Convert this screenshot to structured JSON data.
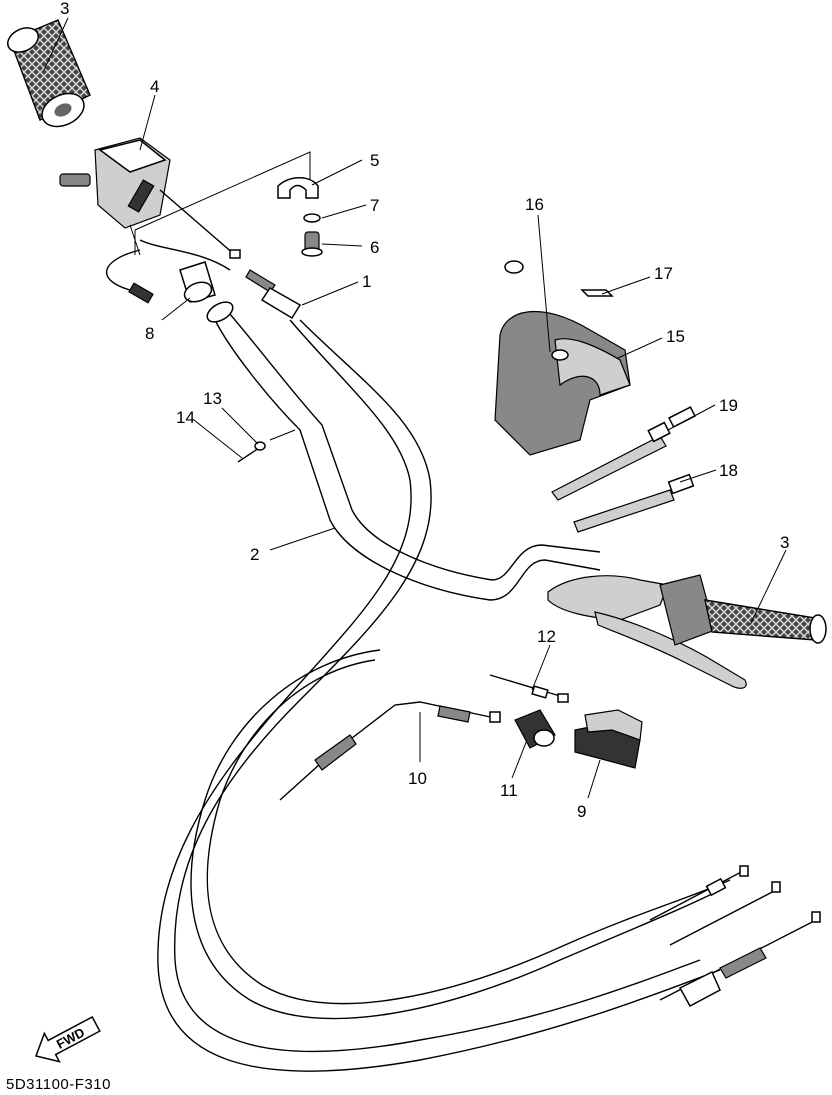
{
  "callouts": {
    "c1": "1",
    "c2": "2",
    "c3a": "3",
    "c3b": "3",
    "c4": "4",
    "c5": "5",
    "c6": "6",
    "c7": "7",
    "c8": "8",
    "c9": "9",
    "c10": "10",
    "c11": "11",
    "c12": "12",
    "c13": "13",
    "c14": "14",
    "c15": "15",
    "c16": "16",
    "c17": "17",
    "c18": "18",
    "c19": "19"
  },
  "fwd_label": "FWD",
  "diagram_code": "5D31100-F310"
}
